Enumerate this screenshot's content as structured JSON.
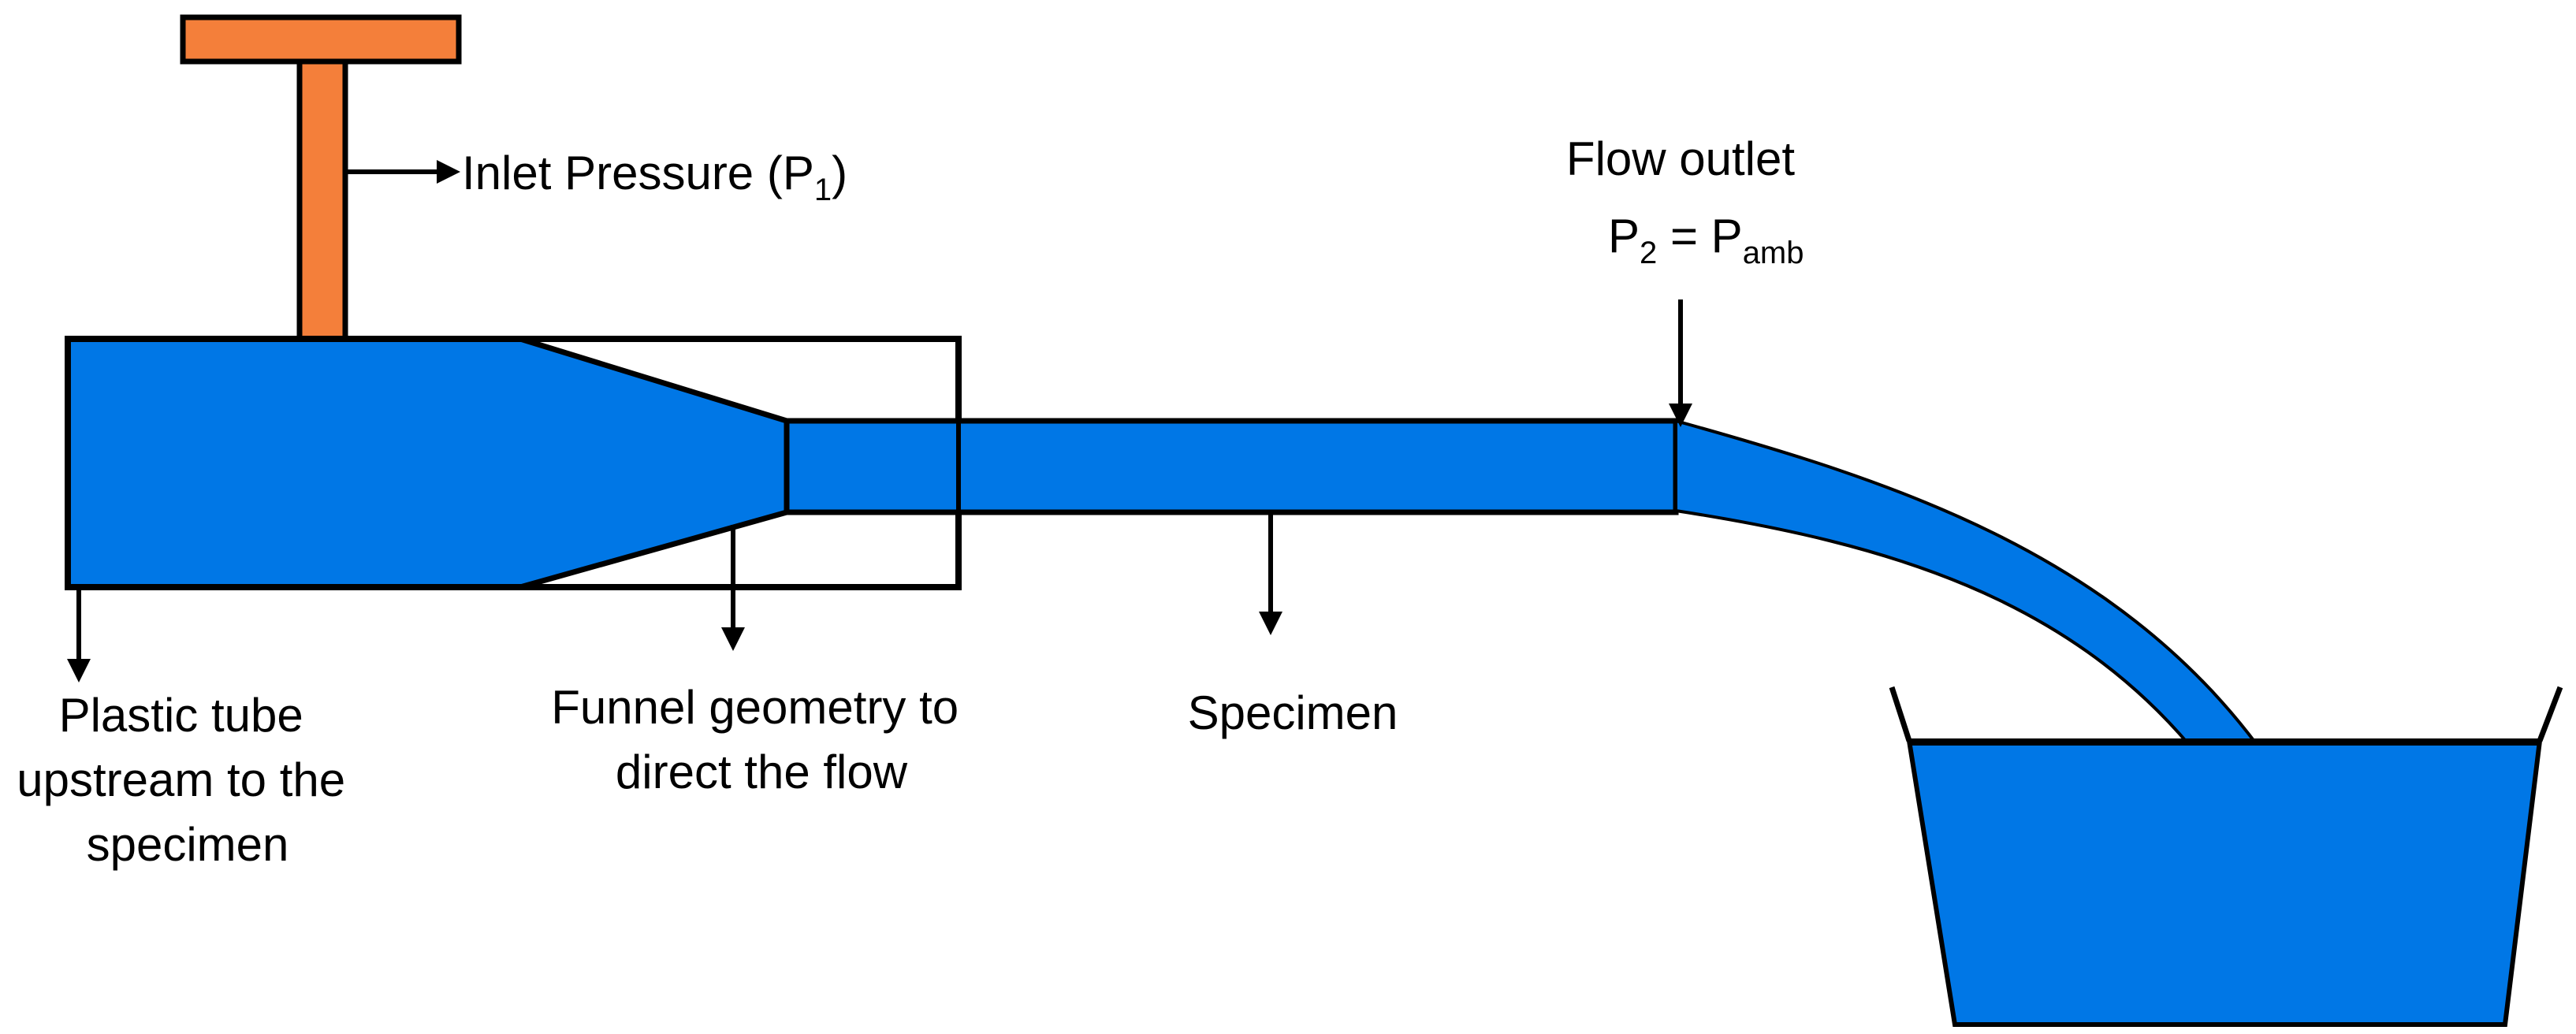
{
  "colors": {
    "water": "#0077E6",
    "plunger": "#F47F3A",
    "outline": "#000000",
    "background": "#FFFFFF"
  },
  "labels": {
    "inlet_pressure": {
      "main": "Inlet Pressure (P",
      "sub": "1",
      "close": ")"
    },
    "flow_outlet": {
      "line1": "Flow outlet",
      "p2": "P",
      "p2_sub": "2",
      "equals": " = P",
      "amb_sub": "amb"
    },
    "plastic_tube": [
      "Plastic tube",
      "upstream to the",
      "specimen"
    ],
    "funnel": [
      "Funnel geometry to",
      "direct the flow"
    ],
    "specimen": "Specimen"
  }
}
